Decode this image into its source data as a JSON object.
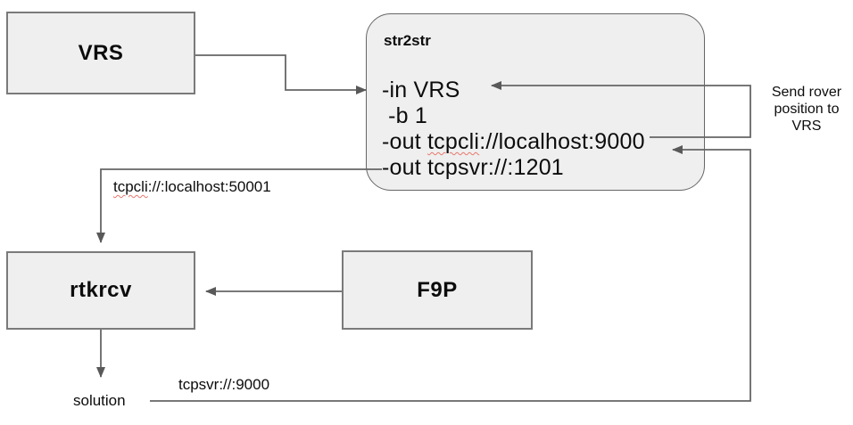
{
  "diagram": {
    "boxes": {
      "vrs": {
        "label": "VRS"
      },
      "rtkrcv": {
        "label": "rtkrcv"
      },
      "f9p": {
        "label": "F9P"
      },
      "str2str": {
        "title": "str2str",
        "cmd_in": "-in VRS",
        "cmd_b": " -b 1",
        "cmd_out1_prefix": "-out ",
        "cmd_out1_proto": "tcpcli",
        "cmd_out1_rest": "://localhost:9000",
        "cmd_out2": "-out tcpsvr://:1201"
      }
    },
    "labels": {
      "tcpcli_proto": "tcpcli",
      "tcpcli_rest": "://:localhost:50001",
      "tcpsvr_9000": "tcpsvr://:9000",
      "solution": "solution",
      "send_note": "Send rover position to VRS"
    },
    "colors": {
      "box-fill": "#efefef",
      "box-border": "#7a7a7a",
      "rounded-border": "#666666",
      "connector": "#666666",
      "arrow": "#595959",
      "squiggle": "#e8776d",
      "text": "#0c0c0c"
    }
  }
}
